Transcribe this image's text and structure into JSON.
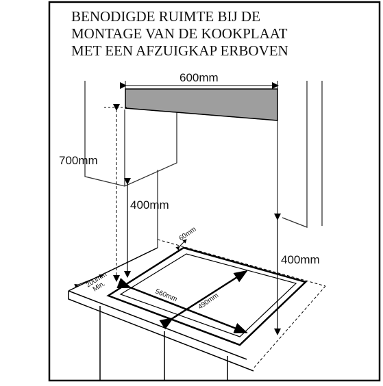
{
  "title": {
    "line1": "BENODIGDE  RUIMTE  BIJ DE",
    "line2": "MONTAGE   VAN  DE KOOKPLAAT",
    "line3": "MET EEN AFZUIGKAP ERBOVEN"
  },
  "dimensions": {
    "hood_width": "600mm",
    "wall_cabinet_height": "700mm",
    "hood_to_hob_clearance": "400mm",
    "side_clearance_height": "400mm",
    "rear_distance": "60mm",
    "front_distance_value": "200mm",
    "front_distance_note": "Min.",
    "cutout_width": "560mm",
    "cutout_depth": "490mm"
  }
}
